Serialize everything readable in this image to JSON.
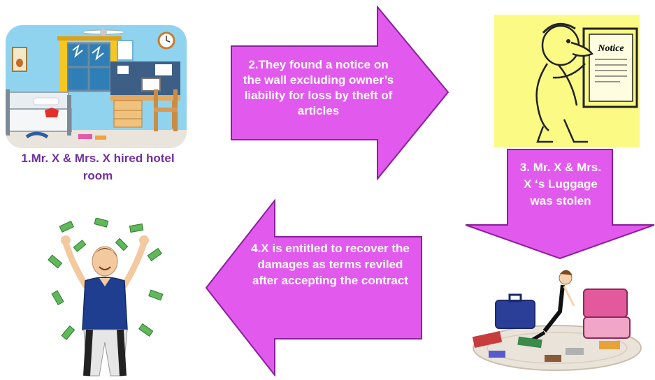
{
  "steps": {
    "step1": {
      "caption": "1.Mr. X & Mrs. X hired hotel room"
    },
    "step2": {
      "text": "2.They found a notice on the wall excluding owner’s liability for loss by theft of articles"
    },
    "step3": {
      "text": "3. Mr. X & Mrs. X ‘s Luggage was stolen",
      "notice_sign": "Notice"
    },
    "step4": {
      "text": "4.X is entitled to recover the damages as terms reviled after accepting the contract"
    }
  },
  "colors": {
    "arrow_fill": "#e25aed",
    "arrow_stroke": "#8a1f9b",
    "caption": "#7030a0",
    "notice_bg": "#fbfa85"
  },
  "icons": [
    "hotel-room-illustration",
    "man-reading-notice-illustration",
    "stolen-luggage-illustration",
    "happy-man-money-illustration"
  ]
}
